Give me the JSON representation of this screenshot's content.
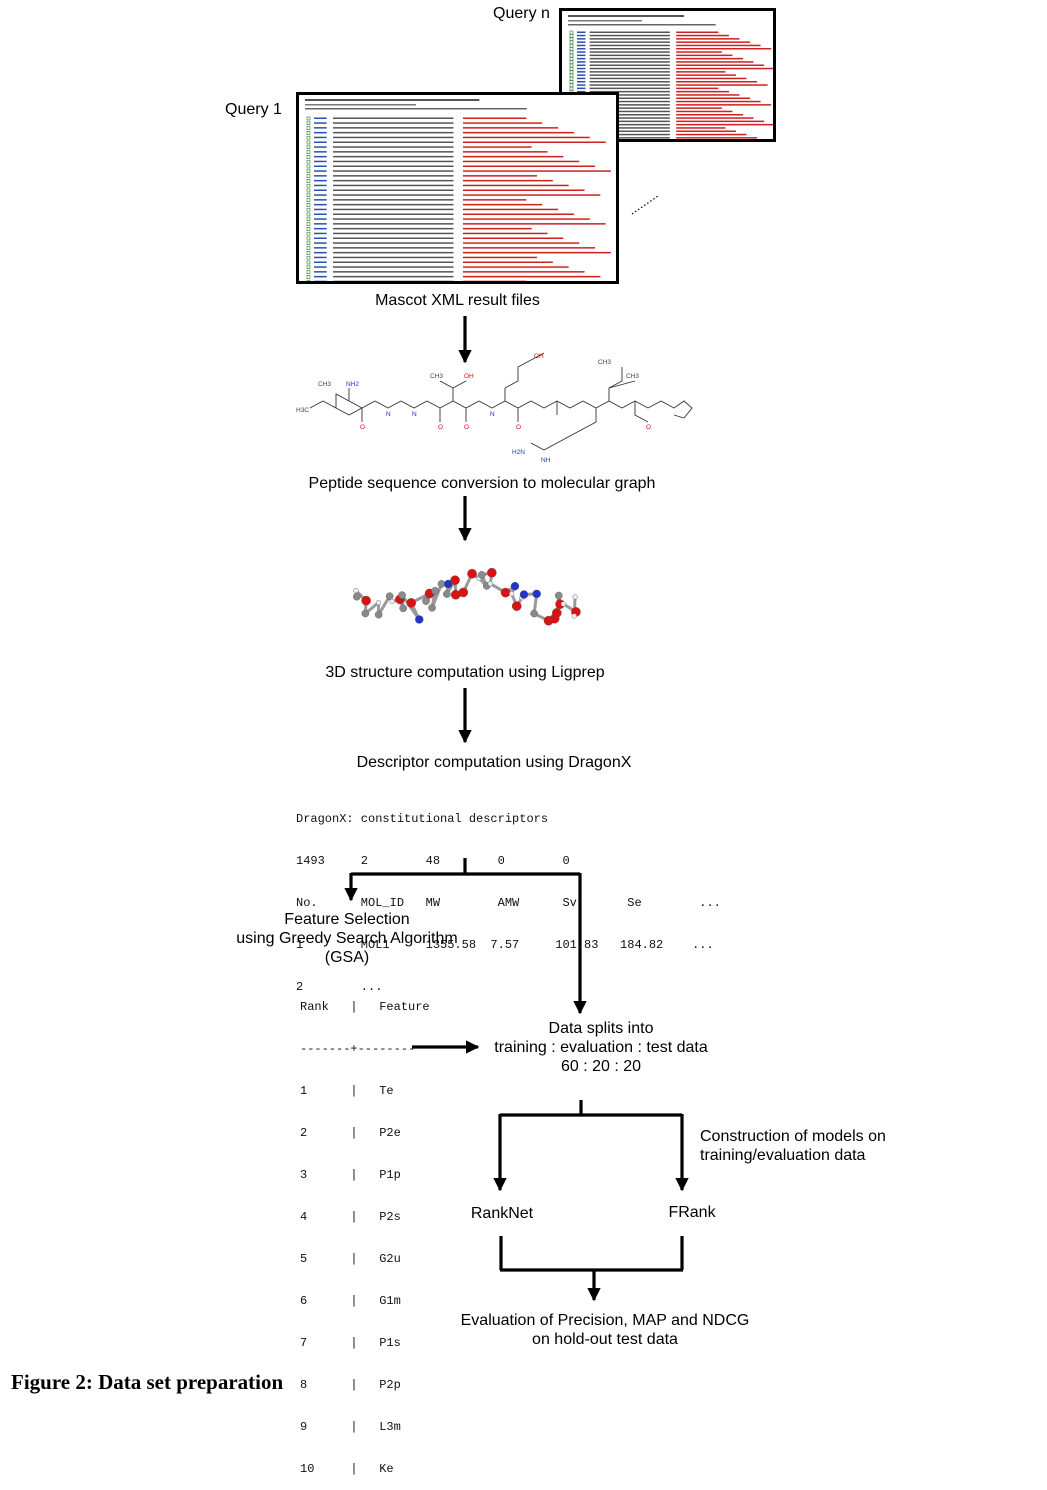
{
  "queries": {
    "query_n_label": "Query n",
    "query_1_label": "Query 1"
  },
  "steps": {
    "xml_results": "Mascot XML result files",
    "peptide_conversion": "Peptide sequence conversion to molecular graph",
    "structure_3d": "3D structure computation using Ligprep",
    "descriptor": "Descriptor computation using DragonX",
    "feature_selection_line1": "Feature Selection",
    "feature_selection_line2": "using Greedy Search Algorithm",
    "feature_selection_line3": "(GSA)",
    "split_line1": "Data splits into",
    "split_line2": "training : evaluation : test data",
    "split_line3": "60 : 20 : 20",
    "construction_line1": "Construction of models on",
    "construction_line2": "training/evaluation data",
    "ranknet": "RankNet",
    "frank": "FRank",
    "evaluation_line1": "Evaluation of Precision, MAP and NDCG",
    "evaluation_line2": "on hold-out test data"
  },
  "dragon": {
    "title": "DragonX: constitutional descriptors",
    "row1": "1493     2        48        0        0",
    "header": "No.      MOL_ID   MW        AMW      Sv       Se        ...",
    "row_mol1": "1        MOL1     1355.58  7.57     101.83   184.82    ...",
    "row_mol2": "2        ..."
  },
  "feature_table": {
    "header": "Rank   |   Feature",
    "separator": "-------+--------",
    "rows": [
      "1      |   Te",
      "2      |   P2e",
      "3      |   P1p",
      "4      |   P2s",
      "5      |   G2u",
      "6      |   G1m",
      "7      |   P1s",
      "8      |   P2p",
      "9      |   L3m",
      "10     |   Ke"
    ]
  },
  "molecule": {
    "atom_labels": [
      "CH3",
      "NH2",
      "CH3",
      "OH",
      "OH",
      "CH3",
      "CH3",
      "H3C",
      "H2N",
      "NH",
      "O",
      "O",
      "O",
      "O",
      "N",
      "N",
      "N",
      "O"
    ]
  },
  "caption": "Figure 2: Data set preparation",
  "colors": {
    "stroke": "#000000",
    "result_red": "#cc2222",
    "link_blue": "#2a4fb0",
    "atom_oxygen": "#dd1111",
    "atom_nitrogen": "#2233cc",
    "carbon_gray": "#8a8a8a"
  }
}
